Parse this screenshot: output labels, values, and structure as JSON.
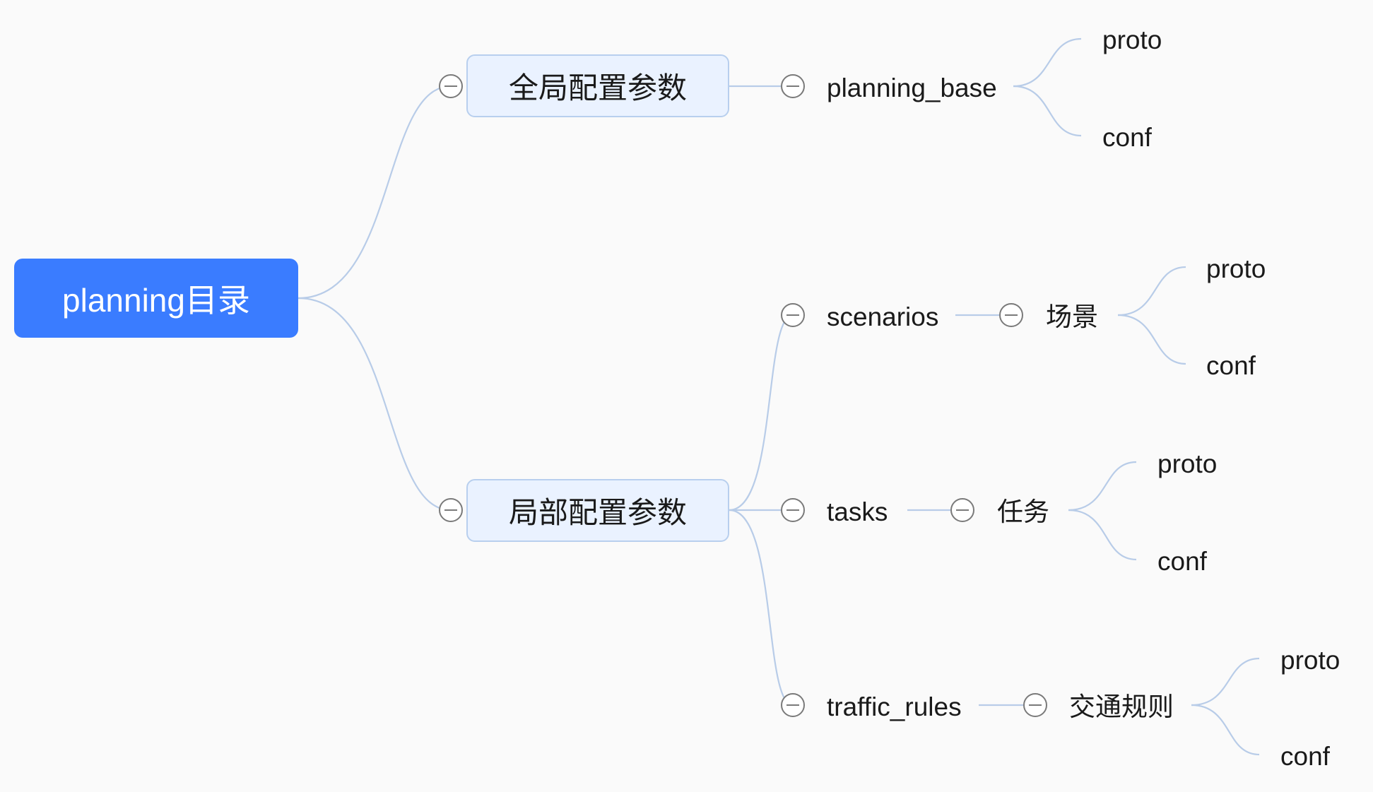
{
  "root": {
    "label": "planning目录"
  },
  "global_params": {
    "label": "全局配置参数",
    "planning_base": {
      "label": "planning_base",
      "children": [
        "proto",
        "conf"
      ]
    }
  },
  "local_params": {
    "label": "局部配置参数",
    "scenarios": {
      "label": "scenarios",
      "sub": {
        "label": "场景",
        "children": [
          "proto",
          "conf"
        ]
      }
    },
    "tasks": {
      "label": "tasks",
      "sub": {
        "label": "任务",
        "children": [
          "proto",
          "conf"
        ]
      }
    },
    "traffic_rules": {
      "label": "traffic_rules",
      "sub": {
        "label": "交通规则",
        "children": [
          "proto",
          "conf"
        ]
      }
    }
  },
  "colors": {
    "root_fill": "#3a7cff",
    "branch_fill": "#eaf2ff",
    "link": "#b8cce8",
    "background": "#fafafa"
  },
  "icons": {
    "toggle": "collapse-minus-icon"
  }
}
